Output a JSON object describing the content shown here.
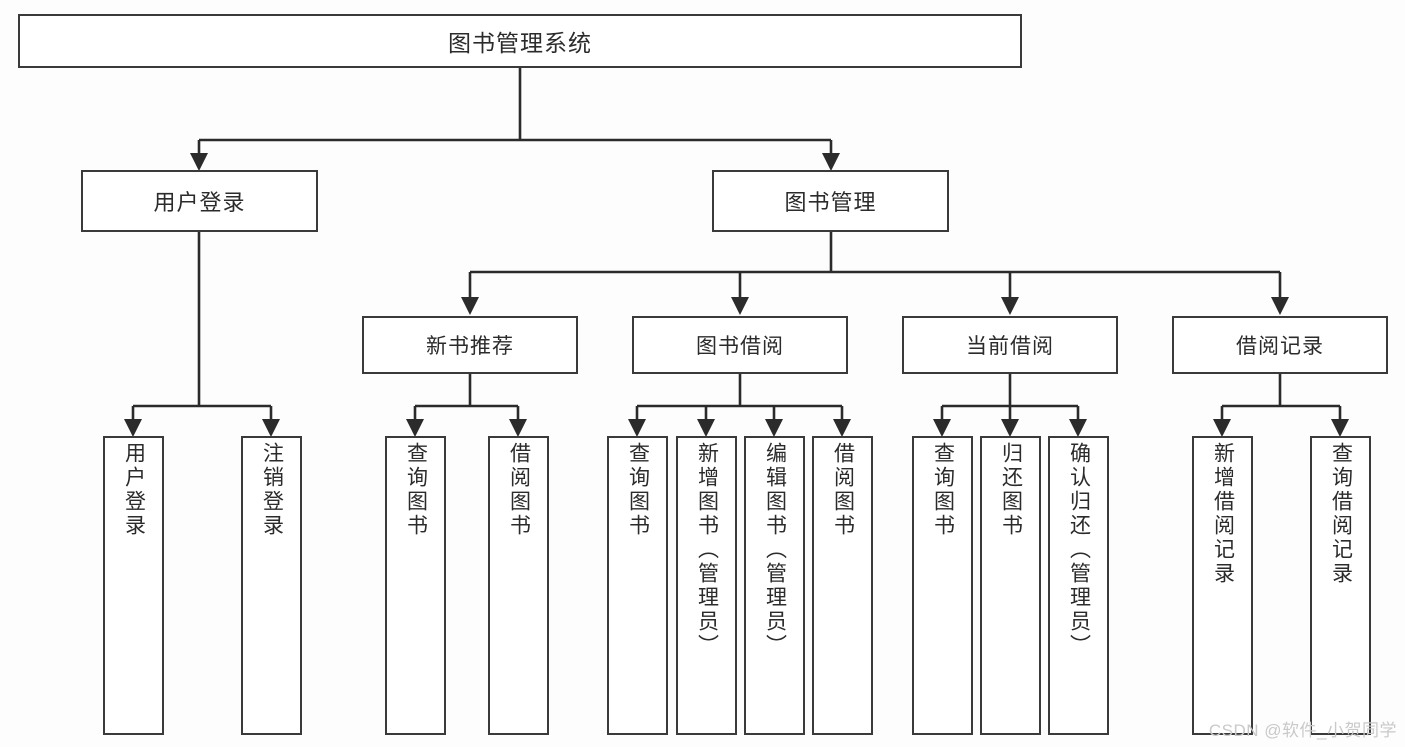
{
  "diagram": {
    "title": "图书管理系统",
    "type": "tree-hierarchy",
    "watermark": "CSDN @软件_小贺同学",
    "colors": {
      "box_border": "#3a3a3a",
      "box_fill": "#ffffff",
      "connector": "#2b2b2b",
      "text": "#2b2b2b",
      "watermark": "#c9c9c9",
      "canvas": "#fdfdfd"
    },
    "root": {
      "label": "图书管理系统"
    },
    "level2": [
      {
        "label": "用户登录"
      },
      {
        "label": "图书管理"
      }
    ],
    "level3": [
      {
        "label": "新书推荐"
      },
      {
        "label": "图书借阅"
      },
      {
        "label": "当前借阅"
      },
      {
        "label": "借阅记录"
      }
    ],
    "leaves": {
      "user_login": [
        {
          "label": "用户登录"
        },
        {
          "label": "注销登录"
        }
      ],
      "new_book_recommend": [
        {
          "label": "查询图书"
        },
        {
          "label": "借阅图书"
        }
      ],
      "book_borrow": [
        {
          "label": "查询图书"
        },
        {
          "label": "新增图书（管理员）"
        },
        {
          "label": "编辑图书（管理员）"
        },
        {
          "label": "借阅图书"
        }
      ],
      "current_borrow": [
        {
          "label": "查询图书"
        },
        {
          "label": "归还图书"
        },
        {
          "label": "确认归还（管理员）"
        }
      ],
      "borrow_record": [
        {
          "label": "新增借阅记录"
        },
        {
          "label": "查询借阅记录"
        }
      ]
    }
  }
}
